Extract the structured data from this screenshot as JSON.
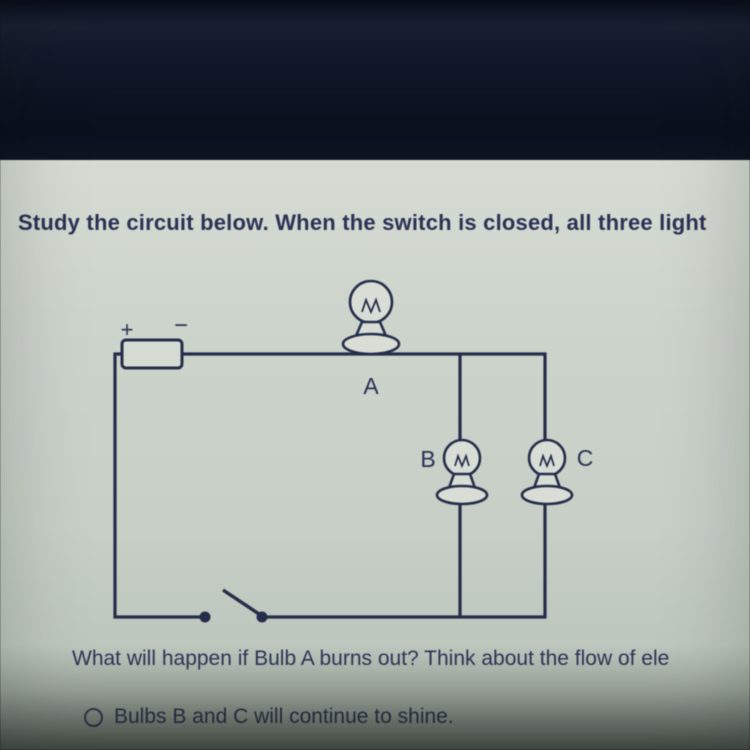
{
  "colors": {
    "bezel": "#0d1220",
    "screen_background": "#cbd2ca",
    "ink_text": "#2e3558",
    "circuit_line": "#262d4a"
  },
  "question": {
    "intro": "Study the circuit below. When the switch is closed, all three light",
    "prompt": "What will happen if Bulb A burns out? Think about the flow of ele"
  },
  "circuit": {
    "battery_plus_label": "+",
    "battery_minus_label": "−",
    "bulb_a_label": "A",
    "bulb_b_label": "B",
    "bulb_c_label": "C"
  },
  "options": [
    {
      "label": "Bulbs B and C will continue to shine.",
      "selected": false
    }
  ],
  "icons": {
    "battery": "battery-cell",
    "bulb": "incandescent-bulb",
    "switch": "open-knife-switch",
    "radio": "radio-circle-outline"
  }
}
